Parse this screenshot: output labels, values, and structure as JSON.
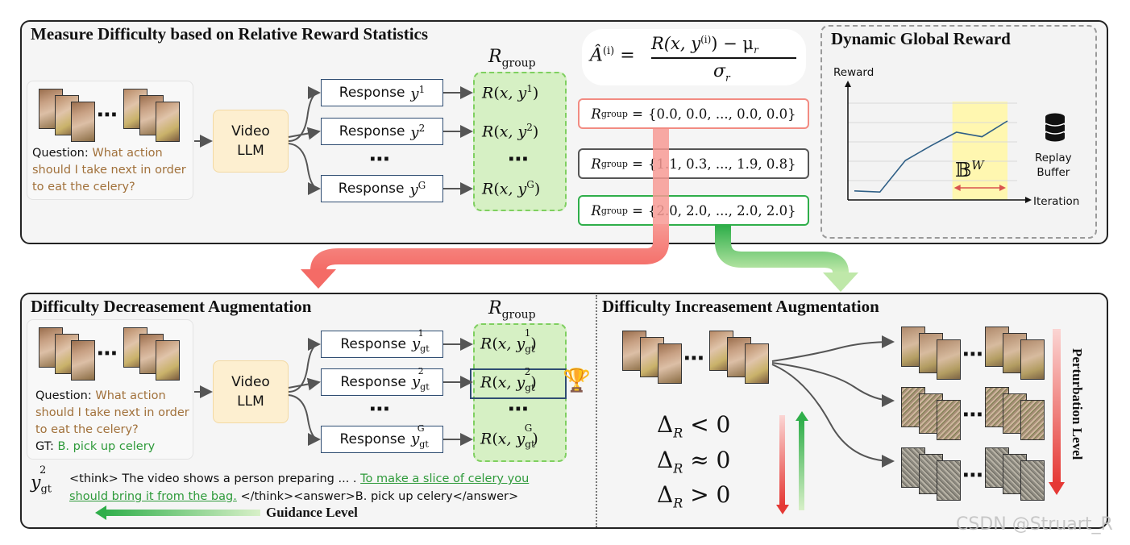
{
  "top": {
    "title": "Measure Difficulty based on Relative Reward Statistics",
    "question_prefix": "Question: ",
    "question_text": "What action should I take next in order to eat the celery?",
    "llm_line1": "Video",
    "llm_line2": "LLM",
    "responses": [
      {
        "label": "Response",
        "var": "y",
        "sup": "1"
      },
      {
        "label": "Response",
        "var": "y",
        "sup": "2"
      },
      {
        "label": "Response",
        "var": "y",
        "sup": "G"
      }
    ],
    "ellipsis": "⋯",
    "rewards": [
      {
        "expr": "x, y",
        "sup": "1"
      },
      {
        "expr": "x, y",
        "sup": "2"
      },
      {
        "expr": "x, y",
        "sup": "G"
      }
    ],
    "rgroup_label": "group",
    "formula": {
      "lhs": "Â",
      "lhs_sup": "(i)",
      "num": "R(x, y",
      "num_sup": "(i)",
      "num_tail": ") − μ",
      "num_sub": "r",
      "den": "σ",
      "den_sub": "r"
    },
    "sets": [
      {
        "values": "{0.0, 0.0, ..., 0.0, 0.0}",
        "color": "#f28b82"
      },
      {
        "values": "{1.1, 0.3, ..., 1.9, 0.8}",
        "color": "#555555"
      },
      {
        "values": "{2.0, 2.0, ..., 2.0, 2.0}",
        "color": "#2fae4a"
      }
    ]
  },
  "global_reward": {
    "title": "Dynamic Global Reward",
    "y_label": "Reward",
    "x_label": "Iteration",
    "buffer_line1": "Replay",
    "buffer_line2": "Buffer",
    "window_label": "𝔹",
    "window_sup": "W",
    "series": [
      0.08,
      0.07,
      0.35,
      0.48,
      0.6,
      0.56,
      0.7
    ],
    "window_range": [
      4,
      6
    ],
    "line_color": "#2f5f86",
    "window_color": "#fff7b0"
  },
  "decrease": {
    "title": "Difficulty Decreasement Augmentation",
    "question_prefix": "Question: ",
    "question_text": "What action should I take next in order to eat the celery?",
    "gt_prefix": "GT: ",
    "gt_text": "B. pick up celery",
    "llm_line1": "Video",
    "llm_line2": "LLM",
    "responses": [
      {
        "label": "Response",
        "sup": "1"
      },
      {
        "label": "Response",
        "sup": "2"
      },
      {
        "label": "Response",
        "sup": "G"
      }
    ],
    "ellipsis": "⋯",
    "rewards": [
      {
        "sup": "1"
      },
      {
        "sup": "2"
      },
      {
        "sup": "G"
      }
    ],
    "rgroup_label": "group",
    "trophy": "🏆",
    "think_var_sup": "2",
    "think_line1_plain": "<think> The video shows a person preparing ... . ",
    "think_line1_green": "To make a slice of celery you",
    "think_line2_green": "should bring it from the bag.",
    "think_line2_plain": " </think><answer>B. pick up celery</answer>",
    "guidance_label": "Guidance Level"
  },
  "increase": {
    "title": "Difficulty Increasement Augmentation",
    "deltas": [
      "< 0",
      "≈ 0",
      "> 0"
    ],
    "delta_symbol": "Δ",
    "delta_sub": "R",
    "perturbation_label": "Perturbation Level"
  },
  "watermark": "CSDN @Struart_R"
}
